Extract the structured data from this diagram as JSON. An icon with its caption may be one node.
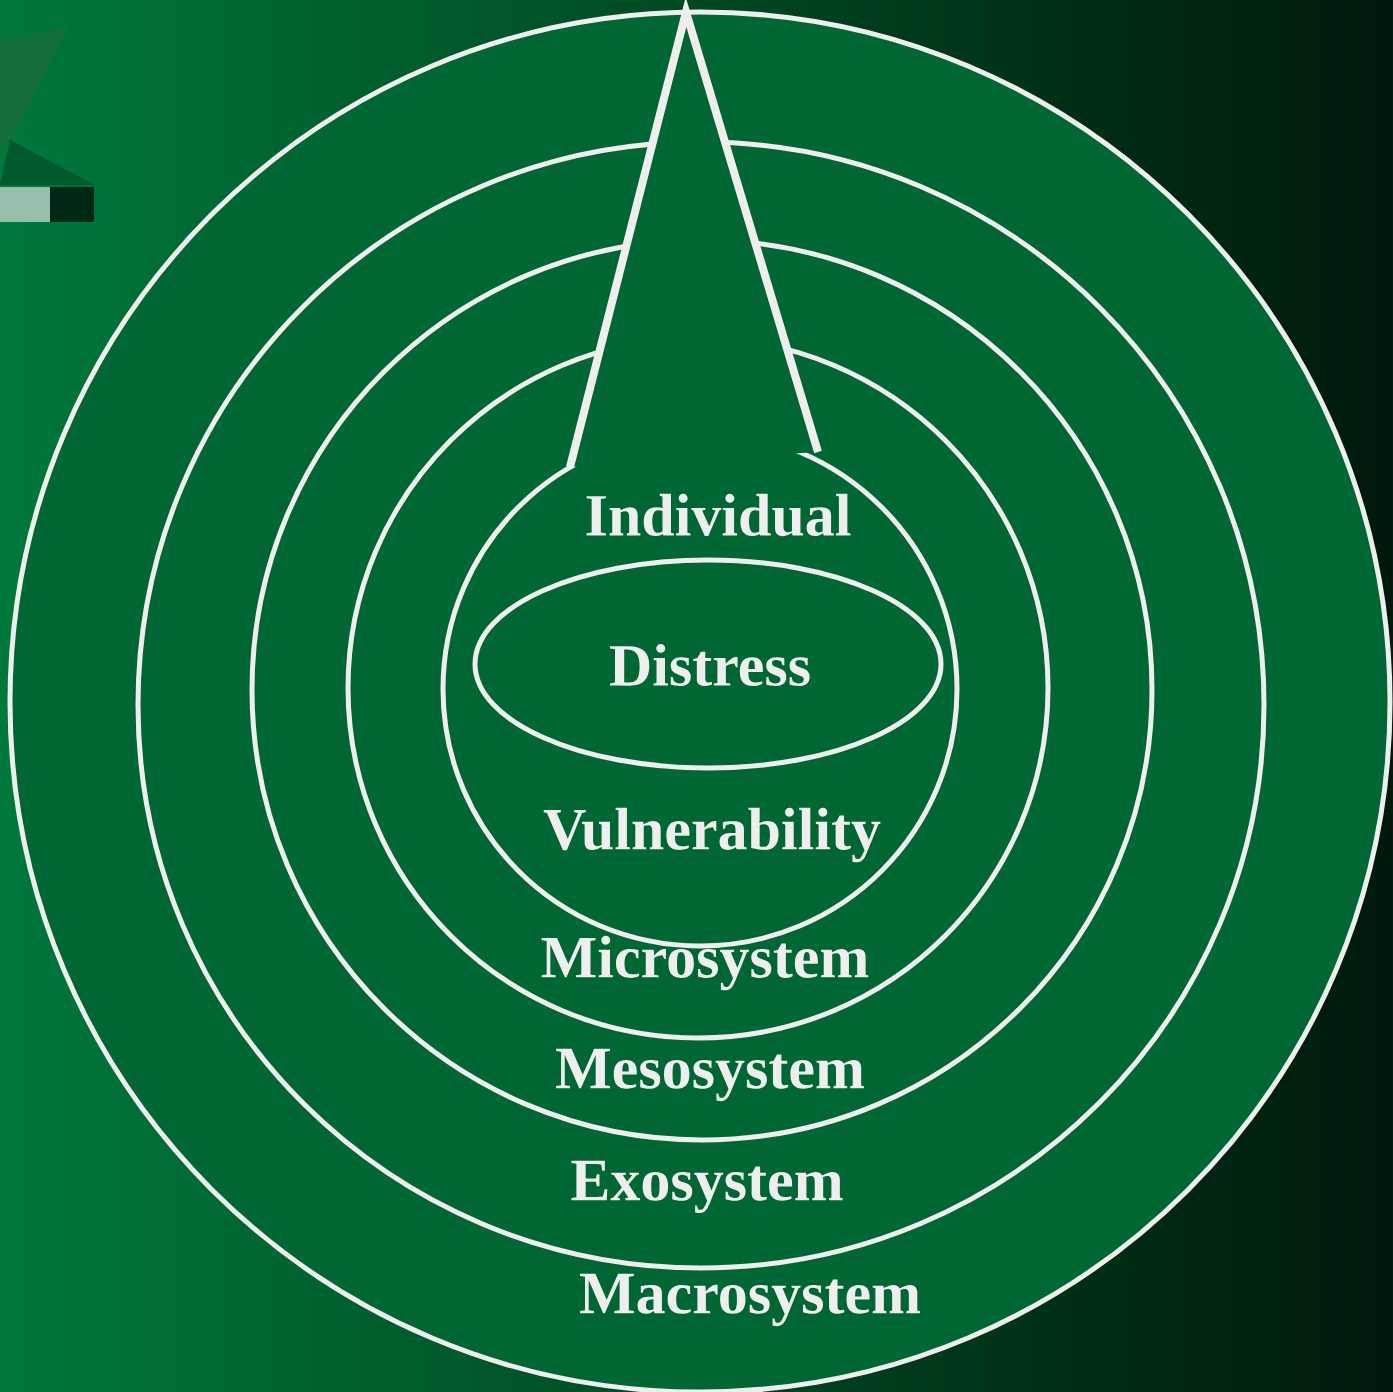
{
  "diagram": {
    "nodes": [
      {
        "text": [
          "Macrosystem"
        ]
      },
      {
        "text": [
          "Exosystem"
        ],
        "in": 0
      },
      {
        "text": [
          "Mesosystem"
        ],
        "in": 1
      },
      {
        "text": [
          "Microsystem"
        ],
        "in": 2
      },
      {
        "text": [
          "Individual",
          "Vulnerability"
        ],
        "in": 3
      },
      {
        "text": [
          "Distress"
        ],
        "in": 4
      }
    ]
  }
}
